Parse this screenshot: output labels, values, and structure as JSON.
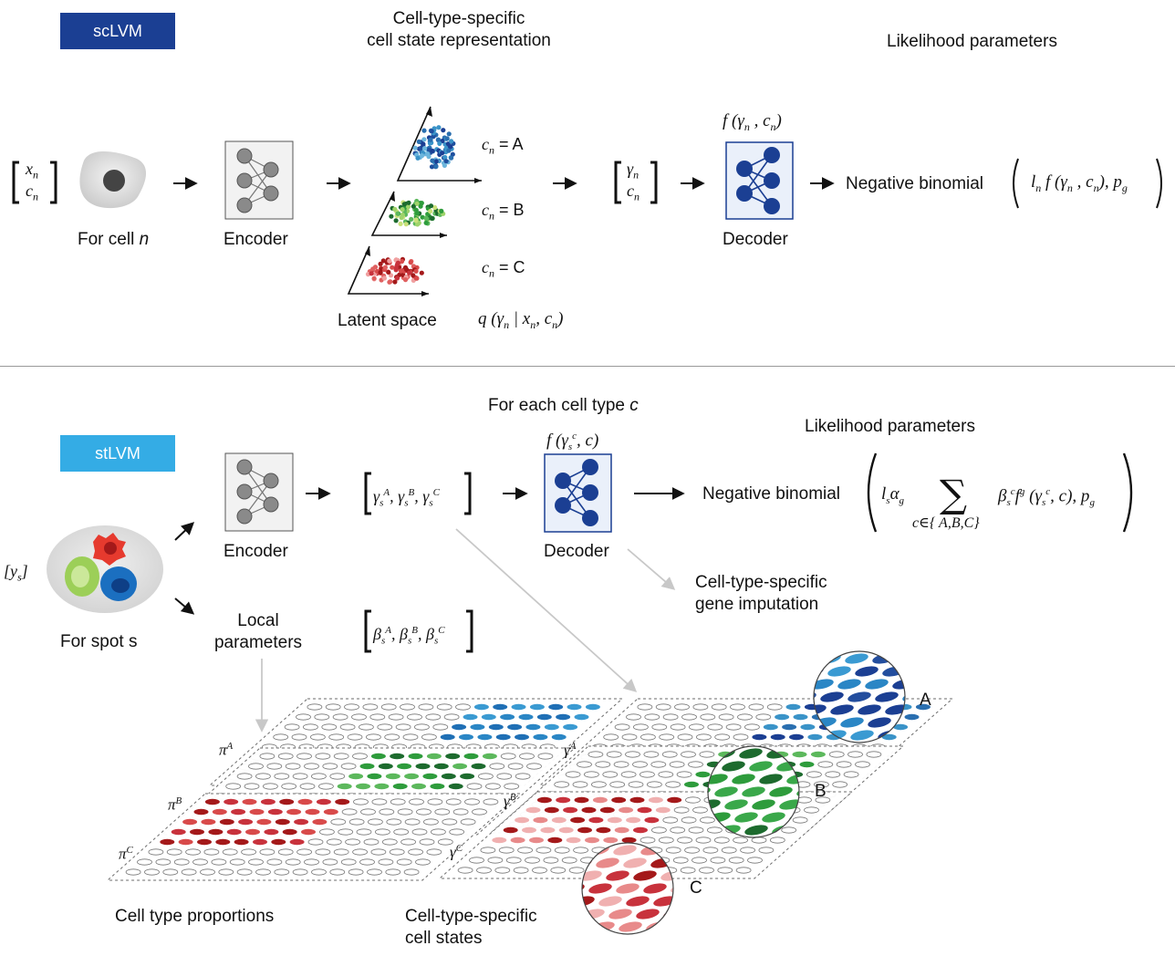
{
  "colors": {
    "sclvm_badge": "#1b3f93",
    "stlvm_badge": "#34ace5",
    "decoder_node": "#1b3f93",
    "encoder_node": "#8a8a8a",
    "cluster_a": "#2a6fb0",
    "cluster_b": "#2e9c3c",
    "cluster_c": "#c8323c",
    "gray_arrow": "#c8c8c8"
  },
  "sclvm": {
    "badge": "scLVM",
    "title_line1": "Cell-type-specific",
    "title_line2": "cell state representation",
    "likelihood_title": "Likelihood parameters",
    "input_x": "x",
    "input_x_sub": "n",
    "input_c": "c",
    "input_c_sub": "n",
    "cell_label": "For cell ",
    "cell_label_var": "n",
    "encoder_label": "Encoder",
    "latent_label": "Latent space",
    "cn_a": "= A",
    "cn_b": "= B",
    "cn_c": "= C",
    "posterior": "q (γ",
    "posterior_rest": "| x",
    "latent_gamma": "γ",
    "latent_c": "c",
    "decoder_func": "f (γ",
    "decoder_label": "Decoder",
    "likelihood": "Negative binomial",
    "likelihood_params": "l",
    "likelihood_params_rest": "f (γ",
    "pg": "), p"
  },
  "stlvm": {
    "badge": "stLVM",
    "for_each": "For each cell type ",
    "for_each_var": "c",
    "likelihood_title": "Likelihood parameters",
    "ys": "[y",
    "spot_label": "For spot s",
    "encoder_label": "Encoder",
    "local_params_line1": "Local",
    "local_params_line2": "parameters",
    "gamma_vec": "γ",
    "beta_vec": "β",
    "decoder_func": "f (γ",
    "decoder_label": "Decoder",
    "likelihood": "Negative binomial",
    "imputation_line1": "Cell-type-specific",
    "imputation_line2": "gene imputation",
    "sum_index": "c∈{ A,B,C}",
    "pi_a": "π",
    "pi_b": "π",
    "pi_c": "π",
    "gamma_a": "γ",
    "gamma_b": "γ",
    "gamma_c": "γ",
    "sup_a": "A",
    "sup_b": "B",
    "sup_c": "C",
    "zoom_a": "A",
    "zoom_b": "B",
    "zoom_c": "C",
    "proportions_label": "Cell type proportions",
    "states_line1": "Cell-type-specific",
    "states_line2": "cell states"
  }
}
